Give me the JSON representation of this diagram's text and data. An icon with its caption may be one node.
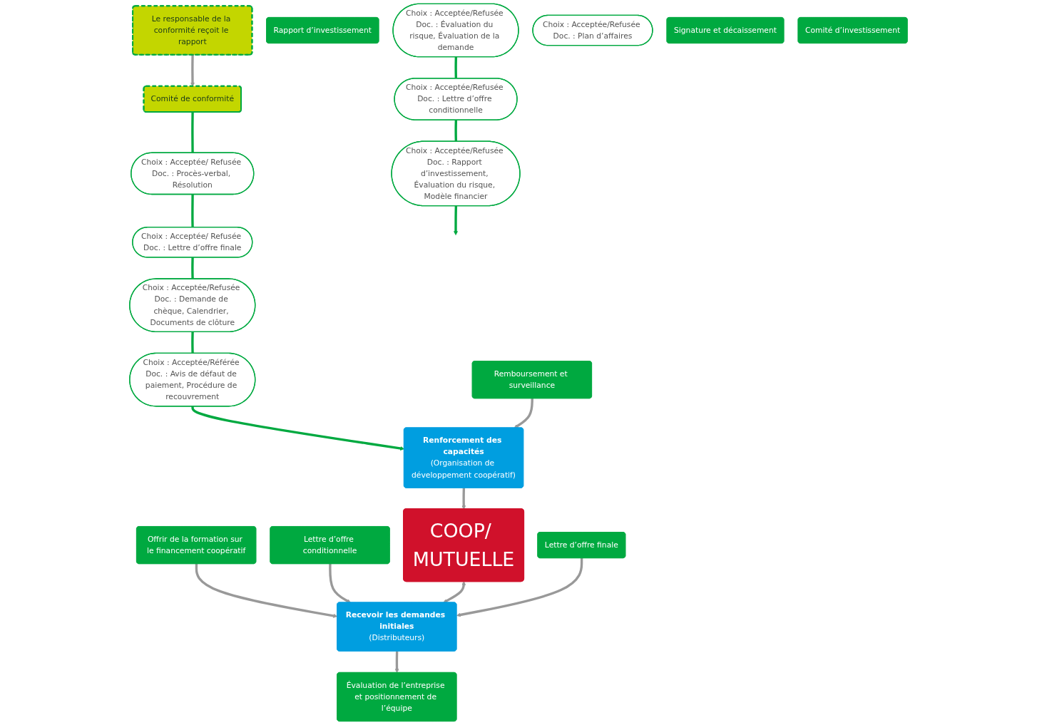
{
  "diagram": {
    "nodes": [
      {
        "text": [
          "COOP/ MUTUELLE"
        ]
      },
      {
        "text": [
          "Offrir de la formation sur le financement coopératif"
        ]
      },
      {
        "text": [
          "Choix : Acceptée/Refusée Doc. : Évaluation du risque, Évaluation de la demande"
        ]
      },
      {
        "text": [
          "Évaluation de l’entreprise et positionnement de l’équipe"
        ]
      },
      {
        "text": [
          "Choix : Acceptée/Refusée Doc. : Lettre d’offre conditionnelle"
        ]
      },
      {
        "text": [
          "Lettre d’offre conditionnelle"
        ]
      },
      {
        "text": [
          "Choix : Acceptée/Refusée Doc. : Rapport d’investissement, Évaluation du risque, Modèle financier"
        ]
      },
      {
        "text": [
          "Rapport d’investissement"
        ]
      },
      {
        "text": [
          "Le responsable de la conformité reçoit le rapport"
        ]
      },
      {
        "text": [
          "Recevoir les demandes initiales",
          "(Distributeurs)"
        ]
      },
      {
        "text": [
          "Choix : Acceptée/Refusée Doc. : Plan d’affaires"
        ]
      },
      {
        "text": [
          "Comité de conformité"
        ]
      },
      {
        "text": [
          "Remboursement et surveillance"
        ]
      },
      {
        "text": [
          "Choix : Acceptée/Référée Doc. : Avis de défaut de paiement, Procédure de recouvrement"
        ]
      },
      {
        "text": [
          "Signature et décaissement"
        ]
      },
      {
        "text": [
          "Choix : Acceptée/Refusée Doc. : Demande de chèque, Calendrier, Documents de clôture"
        ]
      },
      {
        "text": [
          "Lettre d’offre finale"
        ]
      },
      {
        "text": [
          "Choix : Acceptée/ Refusée Doc. : Lettre d’offre finale"
        ]
      },
      {
        "text": [
          "Comité d’investissement"
        ]
      },
      {
        "text": [
          "Choix : Acceptée/ Refusée Doc. : Procès-verbal, Résolution"
        ]
      },
      {
        "text": [
          "Renforcement des capacités",
          "(Organisation de développement coopératif)"
        ]
      }
    ],
    "edges": [
      {
        "from": 1,
        "to": 9,
        "arrow": "to"
      },
      {
        "from": 9,
        "to": 3,
        "arrow": "to"
      },
      {
        "from": 5,
        "to": 9,
        "arrow": "to"
      },
      {
        "from": 0,
        "to": 9,
        "arrow": "both"
      },
      {
        "from": 2,
        "to": 4,
        "arrow": "none",
        "color": "#00a940"
      },
      {
        "from": 4,
        "to": 6,
        "arrow": "none",
        "color": "#00a940"
      },
      {
        "from": 6,
        "to": null,
        "arrow": "to",
        "color": "#00a940"
      },
      {
        "from": 8,
        "to": 11,
        "arrow": "to"
      },
      {
        "from": 11,
        "to": 19,
        "arrow": "none",
        "color": "#00a940"
      },
      {
        "from": 19,
        "to": 17,
        "arrow": "none",
        "color": "#00a940"
      },
      {
        "from": 17,
        "to": 15,
        "arrow": "none",
        "color": "#00a940"
      },
      {
        "from": 15,
        "to": 13,
        "arrow": "none",
        "color": "#00a940"
      },
      {
        "from": 13,
        "to": 20,
        "arrow": "to",
        "color": "#00a940"
      },
      {
        "from": 12,
        "to": 20,
        "arrow": "to"
      },
      {
        "from": 16,
        "to": 9,
        "arrow": "to"
      },
      {
        "from": 20,
        "to": 0,
        "arrow": "to"
      }
    ]
  }
}
